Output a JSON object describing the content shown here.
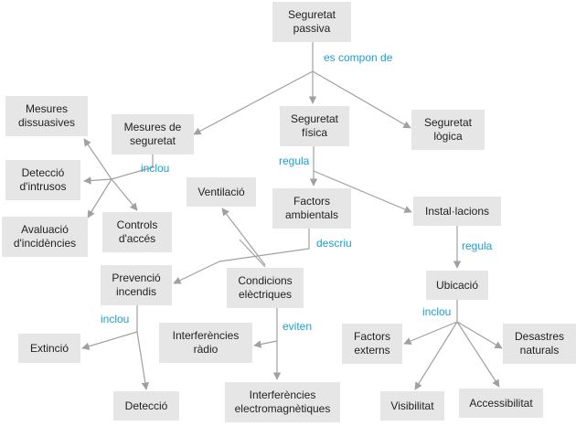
{
  "colors": {
    "node_fill": "#e6e6e6",
    "node_text": "#222222",
    "edge": "#a0a0a0",
    "edge_label": "#1a9fd0",
    "background": "#ffffff"
  },
  "nodes": {
    "seguretat_passiva": "Seguretat\npassiva",
    "mesures_seguretat": "Mesures de\nseguretat",
    "seguretat_fisica": "Seguretat\nfísica",
    "seguretat_logica": "Seguretat\nlògica",
    "mesures_dissuasives": "Mesures\ndissuasives",
    "deteccio_intrusos": "Detecció\nd'intrusos",
    "avaluacio_incidencies": "Avaluació\nd'incidències",
    "controls_acces": "Controls\nd'accés",
    "ventilacio": "Ventilació",
    "factors_ambientals": "Factors\nambientals",
    "installacions": "Instal·lacions",
    "prevencio_incendis": "Prevenció\nincendis",
    "condicions_electriques": "Condicions\nelèctriques",
    "ubicacio": "Ubicació",
    "extincio": "Extinció",
    "interferencies_radio": "Interferències\nràdio",
    "deteccio": "Detecció",
    "interferencies_electromagnetiques": "Interferències\nelectromagnètiques",
    "factors_externs": "Factors\nexterns",
    "desastres_naturals": "Desastres\nnaturals",
    "visibilitat": "Visibilitat",
    "accessibilitat": "Accessibilitat"
  },
  "edge_labels": {
    "es_compon_de": "es compon de",
    "inclou_1": "inclou",
    "regula_1": "regula",
    "descriu": "descriu",
    "regula_2": "regula",
    "inclou_2": "inclou",
    "eviten": "eviten",
    "inclou_3": "inclou"
  }
}
